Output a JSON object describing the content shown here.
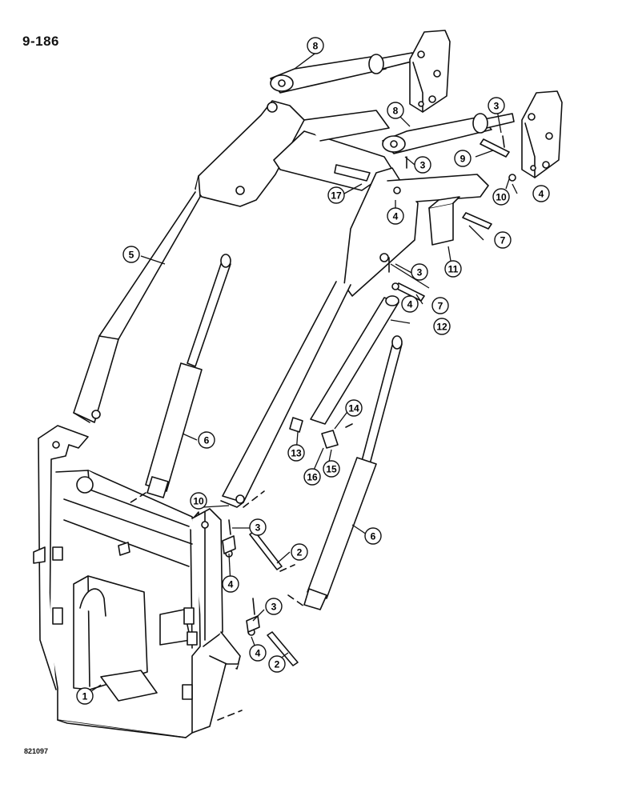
{
  "page_number": "9-186",
  "drawing_code": "821097",
  "callouts": [
    {
      "id": "c8a",
      "label": "8"
    },
    {
      "id": "c8b",
      "label": "8"
    },
    {
      "id": "c3a",
      "label": "3"
    },
    {
      "id": "c3b",
      "label": "3"
    },
    {
      "id": "c3c",
      "label": "3"
    },
    {
      "id": "c3d",
      "label": "3"
    },
    {
      "id": "c3e",
      "label": "3"
    },
    {
      "id": "c9",
      "label": "9"
    },
    {
      "id": "c4a",
      "label": "4"
    },
    {
      "id": "c4b",
      "label": "4"
    },
    {
      "id": "c4c",
      "label": "4"
    },
    {
      "id": "c4d",
      "label": "4"
    },
    {
      "id": "c4e",
      "label": "4"
    },
    {
      "id": "c10a",
      "label": "10"
    },
    {
      "id": "c10b",
      "label": "10"
    },
    {
      "id": "c17",
      "label": "17"
    },
    {
      "id": "c7a",
      "label": "7"
    },
    {
      "id": "c7b",
      "label": "7"
    },
    {
      "id": "c5",
      "label": "5"
    },
    {
      "id": "c11",
      "label": "11"
    },
    {
      "id": "c12",
      "label": "12"
    },
    {
      "id": "c14",
      "label": "14"
    },
    {
      "id": "c6a",
      "label": "6"
    },
    {
      "id": "c6b",
      "label": "6"
    },
    {
      "id": "c13",
      "label": "13"
    },
    {
      "id": "c16",
      "label": "16"
    },
    {
      "id": "c15",
      "label": "15"
    },
    {
      "id": "c2a",
      "label": "2"
    },
    {
      "id": "c2b",
      "label": "2"
    },
    {
      "id": "c1",
      "label": "1"
    }
  ]
}
